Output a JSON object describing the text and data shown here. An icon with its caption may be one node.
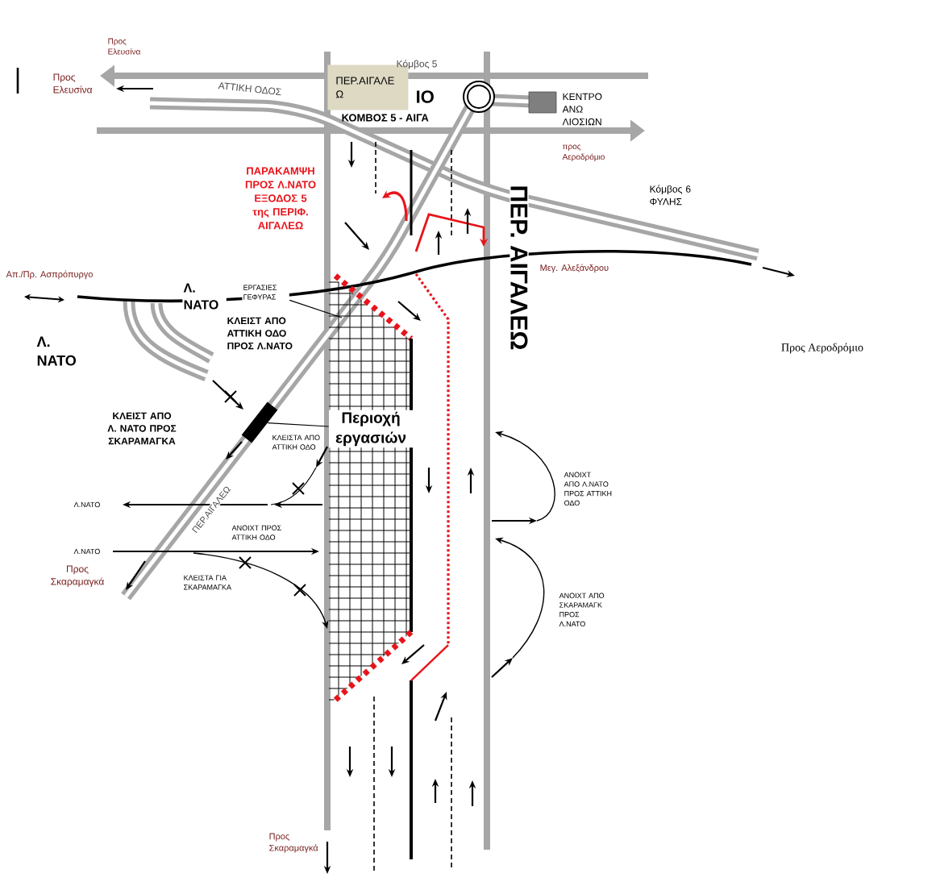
{
  "diagram": {
    "nodes": [
      {
        "text": [
          "ΠΕΡ.ΑΙΓΑΛΕ Ω"
        ]
      },
      {
        "text": [
          "Περιοχή εργασιών"
        ]
      },
      {
        "text": [],
        "shape": "bar"
      },
      {
        "text": [
          "ΕΡΓΑΣΙΕΣ ΓΕΦΥΡΑΣ"
        ]
      }
    ],
    "edges": [
      {
        "from": 1,
        "to": 2,
        "arrow": "none"
      },
      {
        "from": 3,
        "to": 1,
        "arrow": "none"
      }
    ],
    "labels": [
      "Προς Ελευσίνα",
      "Κόμβος 5",
      "Προς Ελευσίνα",
      "ΑΤΤΙΚΗ ΟΔΟΣ",
      "ΙΟ",
      "ΚΟΜΒΟΣ 5 - ΑΙΓΑ",
      "ΚΕΝΤΡΟ ΑΝΩ ΛΙΟΣΙΩΝ",
      "προς Αεροδρόμιο",
      "ΠΑΡΑΚΑΜΨΗ ΠΡΟΣ Λ.ΝΑΤΟ ΕΞΟΔΟΣ 5 της ΠΕΡΙΦ. ΑΙΓΑΛΕΩ",
      "ΠΕΡ. ΑΙΓΑΛΕΩ",
      "Κόμβος 6 ΦΥΛΗΣ",
      "Μεγ. Αλεξάνδρου",
      "Απ./Πρ. Ασπρόπυργο",
      "Λ. ΝΑΤΟ",
      "ΚΛΕΙΣΤ ΑΠΟ ΑΤΤΙΚΗ ΟΔΟ ΠΡΟΣ Λ.ΝΑΤΟ",
      "Προς Αεροδρόμιο",
      "Λ. ΝΑΤΟ",
      "ΚΛΕΙΣΤ ΑΠΟ Λ. ΝΑΤΟ ΠΡΟΣ ΣΚΑΡΑΜΑΓΚΑ",
      "ΚΛΕΙΣΤΑ ΑΠΟ ΑΤΤΙΚΗ ΟΔΟ",
      "ΑΝΟΙΧΤ ΑΠΟ Λ.ΝΑΤΟ ΠΡΟΣ ΑΤΤΙΚΗ ΟΔΟ",
      "Λ.ΝΑΤΟ",
      "ΠΕΡ.ΑΙΓΑΛΕΩ",
      "ΑΝΟΙΧΤ ΠΡΟΣ ΑΤΤΙΚΗ ΟΔΟ",
      "Λ.ΝΑΤΟ",
      "Προς Σκαραμαγκά",
      "ΚΛΕΙΣΤΑ ΓΙΑ ΣΚΑΡΑΜΑΓΚΑ",
      "ΑΝΟΙΧΤ ΑΠΟ ΣΚΑΡΑΜΑΓΚ ΠΡΟΣ Λ.ΝΑΤΟ",
      "Προς Σκαραμαγκά"
    ]
  }
}
